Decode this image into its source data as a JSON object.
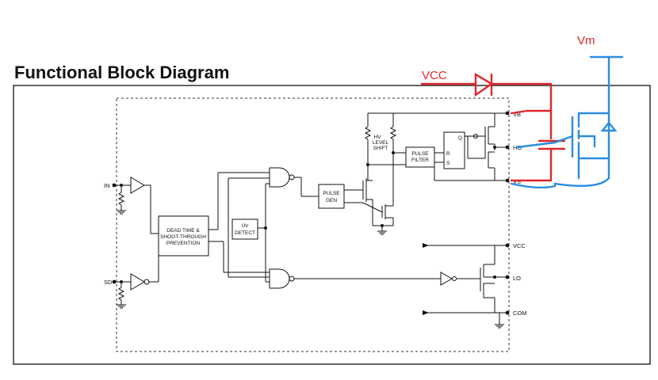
{
  "title": "Functional Block Diagram",
  "pins": {
    "in": "IN",
    "sd": "SD",
    "vb": "VB",
    "ho": "HO",
    "vs": "VS",
    "vcc": "VCC",
    "lo": "LO",
    "com": "COM"
  },
  "blocks": {
    "hv_level_shift": [
      "HV",
      "LEVEL",
      "SHIFT"
    ],
    "pulse_filter": [
      "PULSE",
      "FILTER"
    ],
    "pulse_gen": [
      "PULSE",
      "GEN"
    ],
    "uv_detect": [
      "UV",
      "DETECT"
    ],
    "deadtime": [
      "DEAD TIME &",
      "SHOOT-THROUGH",
      "PREVENTION"
    ],
    "latch": {
      "r": "R",
      "s": "S",
      "q": "Q"
    }
  },
  "annotations": {
    "vcc": "VCC",
    "vm": "Vm"
  },
  "colors": {
    "annotation_red": "#e0262a",
    "annotation_blue": "#2a8de0",
    "ink": "#111111"
  }
}
